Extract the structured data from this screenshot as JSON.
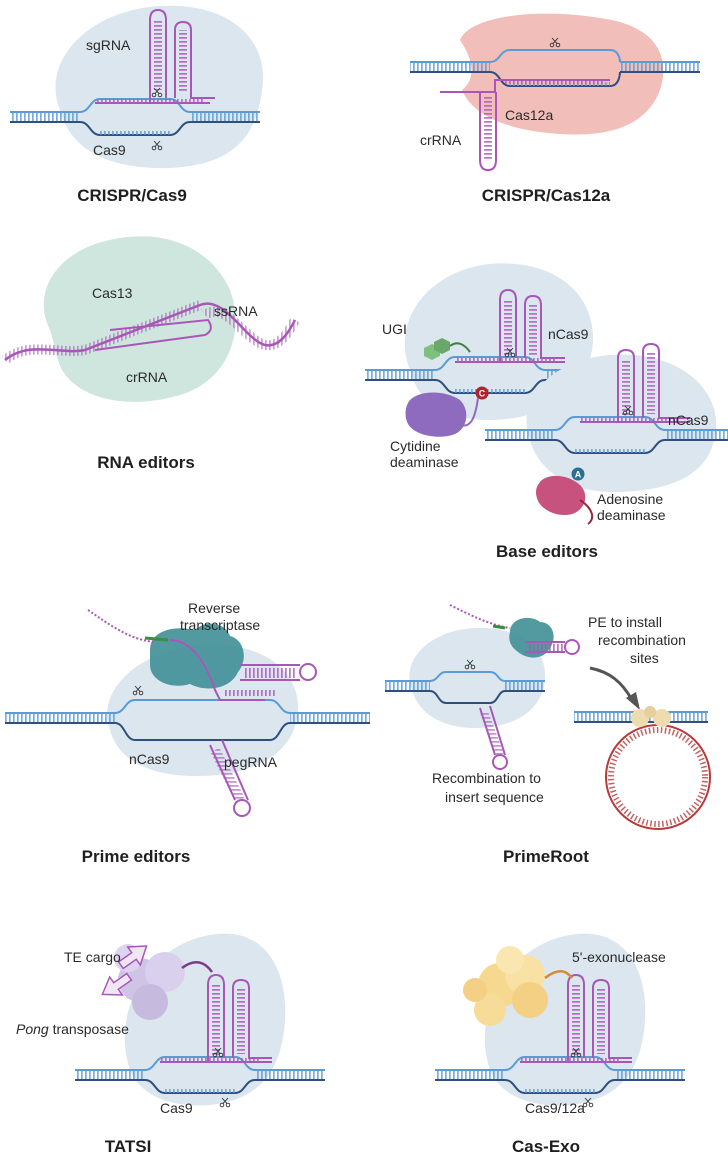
{
  "colors": {
    "dna_light": "#5b9bd5",
    "dna_dark": "#2f4f7f",
    "rna": "#a857b8",
    "cas_blob": "#dbe6ee",
    "cas12_blob": "#efb7b2",
    "cas13_blob": "#cfe6de",
    "rt": "#3f8f96",
    "ugi": "#7fbf7f",
    "cytidine": "#8e6bbf",
    "adenosine": "#c8527e",
    "circle_dna": "#b73b3b",
    "recombinase": "#eedcb0",
    "transposase": "#cfc4e6",
    "exonuclease": "#f6d88f"
  },
  "panels": {
    "cas9": {
      "title": "CRISPR/Cas9",
      "sgrna": "sgRNA",
      "protein": "Cas9"
    },
    "cas12a": {
      "title": "CRISPR/Cas12a",
      "protein": "Cas12a",
      "crrna": "crRNA"
    },
    "rna_editors": {
      "title": "RNA editors",
      "protein": "Cas13",
      "ssrna": "ssRNA",
      "crrna": "crRNA"
    },
    "base_editors": {
      "title": "Base editors",
      "ugi": "UGI",
      "ncas9_top": "nCas9",
      "cytidine_1": "Cytidine",
      "cytidine_2": "deaminase",
      "ncas9_bottom": "nCas9",
      "adenosine_1": "Adenosine",
      "adenosine_2": "deaminase",
      "c_badge": "C",
      "a_badge": "A"
    },
    "prime_editors": {
      "title": "Prime editors",
      "rt_1": "Reverse",
      "rt_2": "transcriptase",
      "protein": "nCas9",
      "pegrna": "pegRNA"
    },
    "primeroot": {
      "title": "PrimeRoot",
      "pe_1": "PE to install",
      "pe_2": "recombination",
      "pe_3": "sites",
      "rec_1": "Recombination to",
      "rec_2": "insert sequence"
    },
    "tatsi": {
      "title": "TATSI",
      "te_cargo": "TE cargo",
      "pong": "Pong",
      "transposase": " transposase",
      "protein": "Cas9"
    },
    "cas_exo": {
      "title": "Cas-Exo",
      "exo": "5'-exonuclease",
      "protein": "Cas9/12a"
    }
  }
}
